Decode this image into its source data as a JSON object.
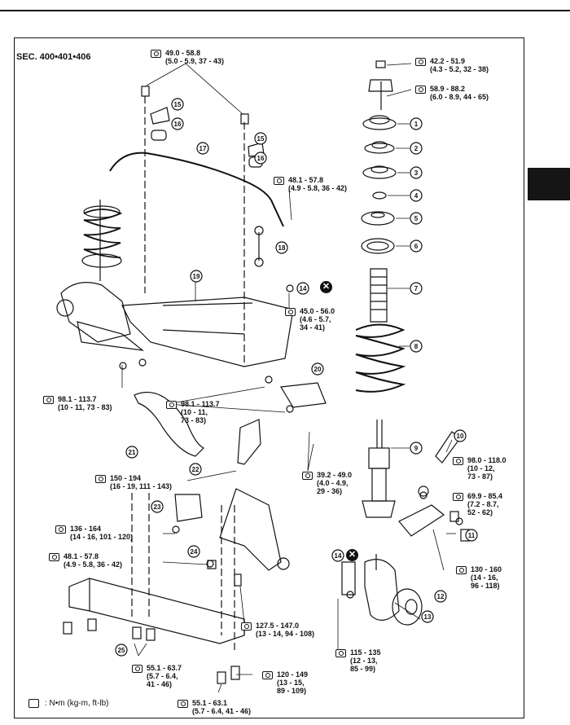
{
  "section_title": "SEC. 400•401•406",
  "legend_text": ": N•m  (kg-m, ft-lb)",
  "callouts": [
    "1",
    "2",
    "3",
    "4",
    "5",
    "6",
    "7",
    "8",
    "9",
    "10",
    "11",
    "12",
    "13",
    "14",
    "14",
    "15",
    "15",
    "16",
    "16",
    "17",
    "18",
    "19",
    "20",
    "21",
    "22",
    "23",
    "24",
    "25"
  ],
  "torque_specs": [
    {
      "l1": "49.0 - 58.8",
      "l2": "(5.0 - 5.9, 37 - 43)"
    },
    {
      "l1": "42.2 - 51.9",
      "l2": "(4.3 - 5.2, 32 - 38)"
    },
    {
      "l1": "58.9 - 88.2",
      "l2": "(6.0 - 8.9, 44 - 65)"
    },
    {
      "l1": "48.1 - 57.8",
      "l2": "(4.9 - 5.8, 36 - 42)"
    },
    {
      "l1": "45.0 - 56.0",
      "l2": "(4.6 - 5.7,",
      "l3": "34 - 41)"
    },
    {
      "l1": "98.1 - 113.7",
      "l2": "(10 - 11, 73 - 83)"
    },
    {
      "l1": "98.1 - 113.7",
      "l2": "(10 - 11,",
      "l3": "73 - 83)"
    },
    {
      "l1": "39.2 - 49.0",
      "l2": "(4.0 - 4.9,",
      "l3": "29 - 36)"
    },
    {
      "l1": "150 - 194",
      "l2": "(16 - 19, 111 - 143)"
    },
    {
      "l1": "98.0 - 118.0",
      "l2": "(10 - 12,",
      "l3": "73 - 87)"
    },
    {
      "l1": "69.9 - 85.4",
      "l2": "(7.2 - 8.7,",
      "l3": "52 - 62)"
    },
    {
      "l1": "136 - 164",
      "l2": "(14 - 16, 101 - 120)"
    },
    {
      "l1": "48.1 - 57.8",
      "l2": "(4.9 - 5.8, 36 - 42)"
    },
    {
      "l1": "130 - 160",
      "l2": "(14 - 16,",
      "l3": "96 - 118)"
    },
    {
      "l1": "127.5 - 147.0",
      "l2": "(13 - 14, 94 - 108)"
    },
    {
      "l1": "115 - 135",
      "l2": "(12 - 13,",
      "l3": "85 - 99)"
    },
    {
      "l1": "55.1 - 63.7",
      "l2": "(5.7 - 6.4,",
      "l3": "41 - 46)"
    },
    {
      "l1": "120 - 149",
      "l2": "(13 - 15,",
      "l3": "89 - 109)"
    },
    {
      "l1": "55.1 - 63.1",
      "l2": "(5.7 - 6.4, 41 - 46)"
    }
  ],
  "xmark_glyph": "✕"
}
